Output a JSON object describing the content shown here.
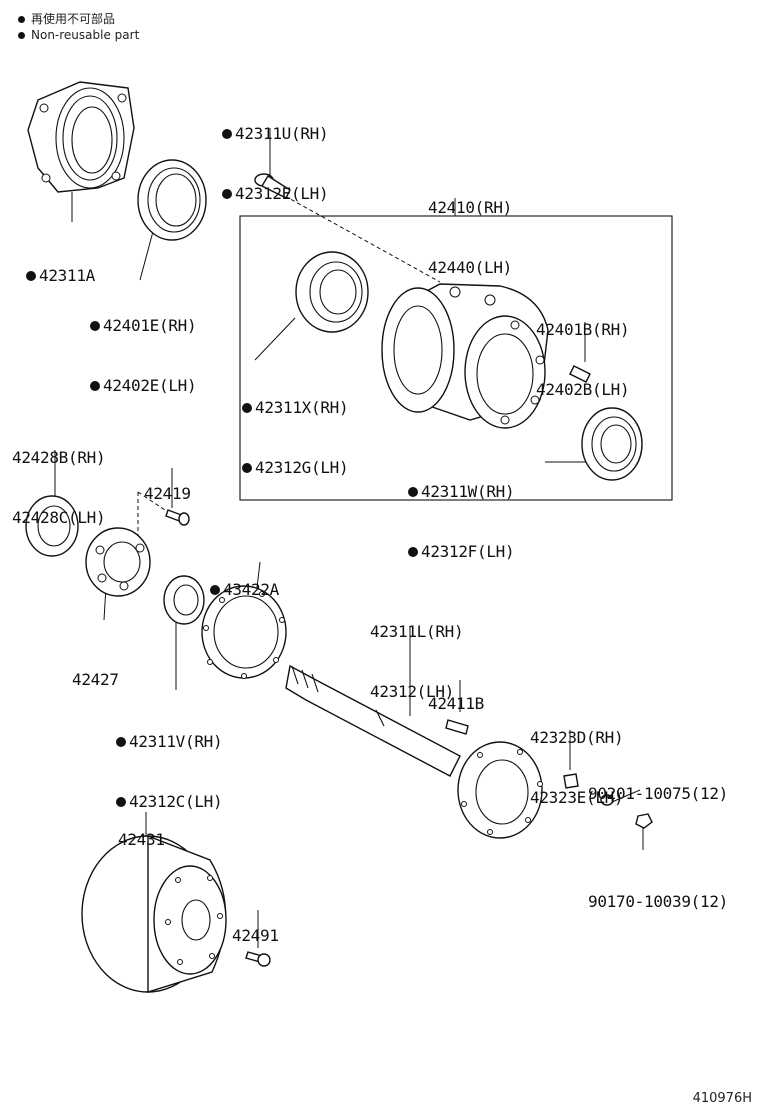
{
  "legend": {
    "line1": "再使用不可部品",
    "line2": "Non-reusable part"
  },
  "parts": [
    {
      "id": "p42311U",
      "lines": [
        "42311U(RH)",
        "42312E(LH)"
      ],
      "nonreusable": true
    },
    {
      "id": "p42410",
      "lines": [
        "42410(RH)",
        "42440(LH)"
      ],
      "nonreusable": false
    },
    {
      "id": "p42311A",
      "lines": [
        "42311A"
      ],
      "nonreusable": true
    },
    {
      "id": "p42401E",
      "lines": [
        "42401E(RH)",
        "42402E(LH)"
      ],
      "nonreusable": true
    },
    {
      "id": "p42401B",
      "lines": [
        "42401B(RH)",
        "42402B(LH)"
      ],
      "nonreusable": false
    },
    {
      "id": "p42311X",
      "lines": [
        "42311X(RH)",
        "42312G(LH)"
      ],
      "nonreusable": true
    },
    {
      "id": "p42428B",
      "lines": [
        "42428B(RH)",
        "42428C(LH)"
      ],
      "nonreusable": false
    },
    {
      "id": "p42419",
      "lines": [
        "42419"
      ],
      "nonreusable": false
    },
    {
      "id": "p42311W",
      "lines": [
        "42311W(RH)",
        "42312F(LH)"
      ],
      "nonreusable": true
    },
    {
      "id": "p43422A",
      "lines": [
        "43422A"
      ],
      "nonreusable": true
    },
    {
      "id": "p42311L",
      "lines": [
        "42311L(RH)",
        "42312(LH)"
      ],
      "nonreusable": false
    },
    {
      "id": "p42427",
      "lines": [
        "42427"
      ],
      "nonreusable": false
    },
    {
      "id": "p42411B",
      "lines": [
        "42411B"
      ],
      "nonreusable": false
    },
    {
      "id": "p42323D",
      "lines": [
        "42323D(RH)",
        "42323E(LH)"
      ],
      "nonreusable": false
    },
    {
      "id": "p42311V",
      "lines": [
        "42311V(RH)",
        "42312C(LH)"
      ],
      "nonreusable": true
    },
    {
      "id": "p90201",
      "lines": [
        "90201-10075(12)"
      ],
      "nonreusable": false
    },
    {
      "id": "p42431",
      "lines": [
        "42431"
      ],
      "nonreusable": false
    },
    {
      "id": "p42491",
      "lines": [
        "42491"
      ],
      "nonreusable": false
    },
    {
      "id": "p90170",
      "lines": [
        "90170-10039(12)"
      ],
      "nonreusable": false
    }
  ],
  "figure_number": "410976H"
}
